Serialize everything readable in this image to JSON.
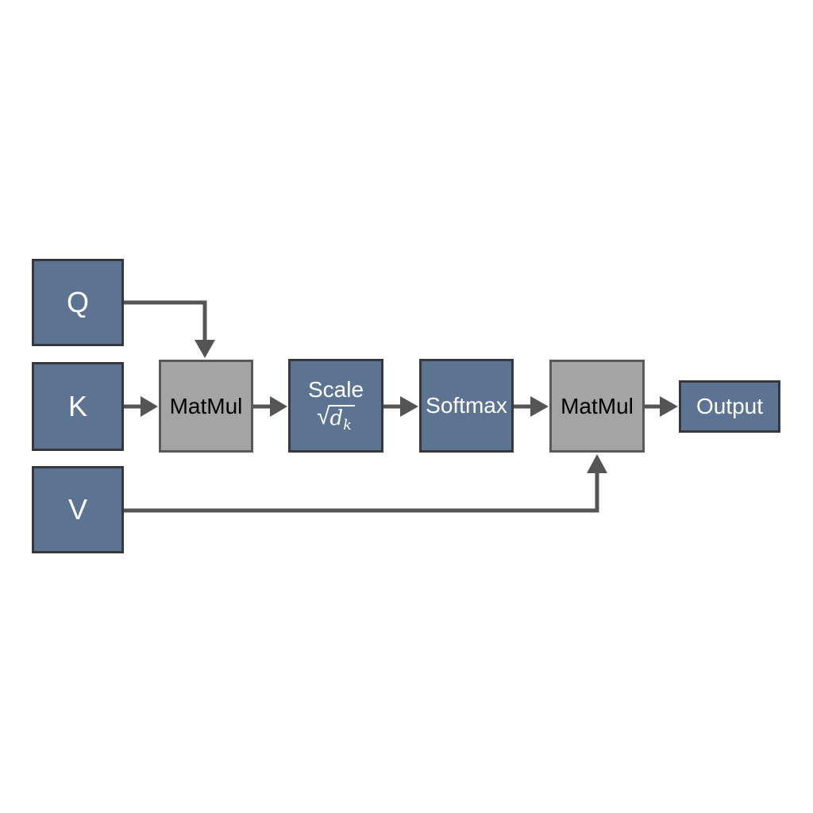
{
  "diagram": {
    "nodes": {
      "q": {
        "label": "Q"
      },
      "k": {
        "label": "K"
      },
      "v": {
        "label": "V"
      },
      "matmul1": {
        "label": "MatMul"
      },
      "scale": {
        "line1": "Scale",
        "sqrt_symbol": "√",
        "variable": "d",
        "subscript": "k"
      },
      "softmax": {
        "label": "Softmax"
      },
      "matmul2": {
        "label": "MatMul"
      },
      "output": {
        "label": "Output"
      }
    },
    "edges": [
      {
        "from": "q",
        "to": "matmul1"
      },
      {
        "from": "k",
        "to": "matmul1"
      },
      {
        "from": "matmul1",
        "to": "scale"
      },
      {
        "from": "scale",
        "to": "softmax"
      },
      {
        "from": "softmax",
        "to": "matmul2"
      },
      {
        "from": "v",
        "to": "matmul2"
      },
      {
        "from": "matmul2",
        "to": "output"
      }
    ]
  },
  "colors": {
    "node-blue": "#5c7492",
    "node-gray": "#a4a4a4",
    "border-dark": "#35383c",
    "border-gray": "#595959",
    "arrow": "#555555",
    "text-on-blue": "#ffffff",
    "text-on-gray": "#000000",
    "background": "#ffffff"
  }
}
